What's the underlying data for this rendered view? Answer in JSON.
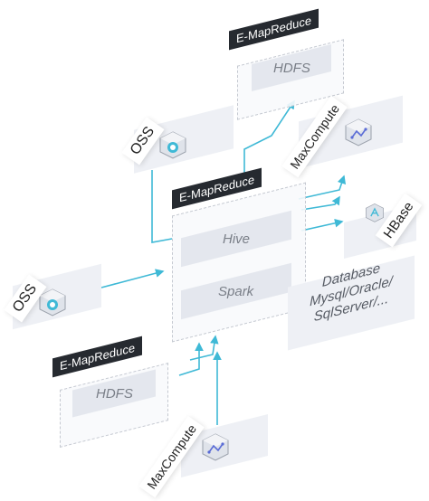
{
  "diagram": {
    "top_hdfs": {
      "tag": "E-MapReduce",
      "label": "HDFS"
    },
    "oss_top": {
      "label": "OSS"
    },
    "maxcompute_right": {
      "label": "MaxCompute"
    },
    "center": {
      "tag": "E-MapReduce",
      "hive": "Hive",
      "spark": "Spark"
    },
    "hbase": {
      "label": "HBase"
    },
    "oss_left": {
      "label": "OSS"
    },
    "database": {
      "line1": "Database",
      "line2": "Mysql/Oracle/",
      "line3": "SqlServer/..."
    },
    "bottom_hdfs": {
      "tag": "E-MapReduce",
      "label": "HDFS"
    },
    "maxcompute_bottom": {
      "label": "MaxCompute"
    },
    "colors": {
      "connector": "#3fb9d6",
      "tag_bg": "#262a30",
      "panel": "#eef0f5",
      "inner": "#e4e7ee"
    },
    "icons": [
      "cloud-cube-icon",
      "cloud-cube-icon",
      "graph-cube-icon",
      "graph-cube-icon",
      "cluster-cube-icon"
    ]
  }
}
